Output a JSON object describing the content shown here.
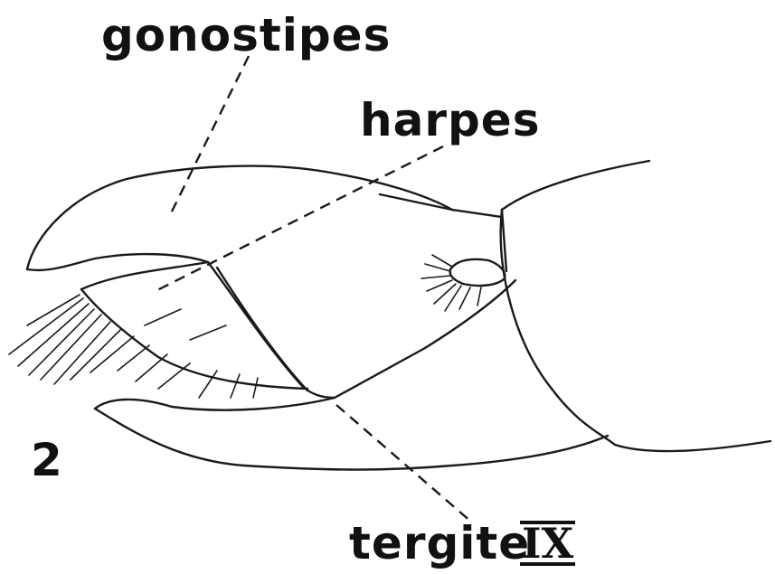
{
  "figure_number": "2",
  "labels": {
    "gonostipes": "gonostipes",
    "harpes": "harpes",
    "tergite": "tergite",
    "tergite_numeral": "IX"
  }
}
